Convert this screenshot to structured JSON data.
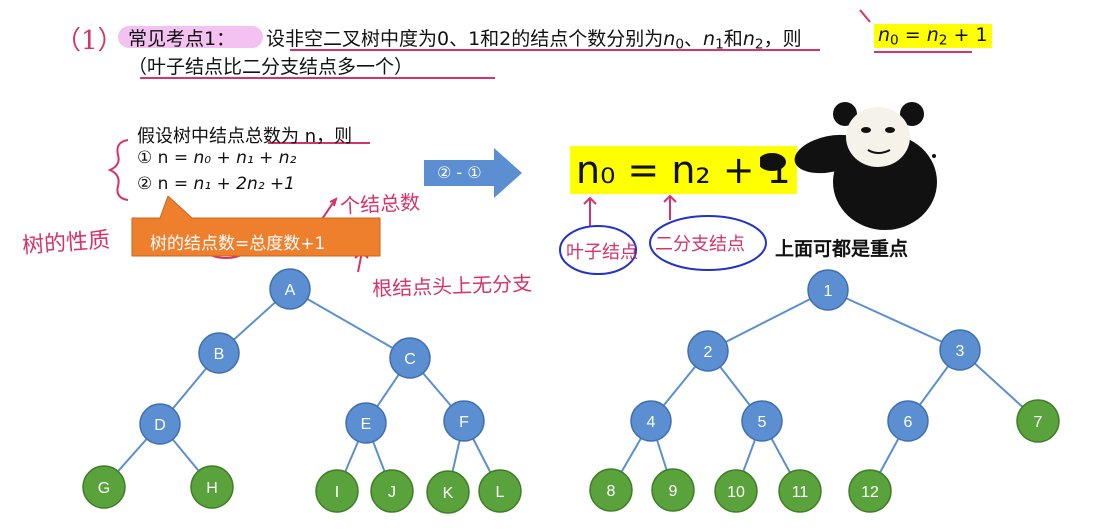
{
  "theorem": {
    "number": "（1）",
    "topic": "常见考点1：",
    "statement": "设非空二叉树中度为0、1和2的结点个数分别为",
    "n0": "n",
    "sub0": "0",
    "sep1": "、",
    "n1": "n",
    "sub1": "1",
    "and": "和",
    "n2": "n",
    "sub2": "2",
    "comma_then": "，则",
    "formula_main": "n",
    "formula_sub0": "0",
    "formula_eq": " = n",
    "formula_sub2": "2",
    "formula_tail": " + 1",
    "paren_note": "（叶子结点比二分支结点多一个）"
  },
  "derivation": {
    "assume": "假设树中结点总数为 n，则",
    "eq1_prefix": "① n = ",
    "eq1": "n₀ + n₁ + n₂",
    "eq2_prefix": "② n = ",
    "eq2": "n₁ + 2n₂ +1",
    "callout": "树的结点数=总度数+1",
    "arrow_label": "② - ①",
    "result": "n₀ = n₂ + 1"
  },
  "handwriting": {
    "left_note": "树的性质",
    "top_note": "个结总数",
    "bottom_note": "根结点头上无分支",
    "leaf_note": "叶子结点",
    "two_branch_note": "二分支结点"
  },
  "meme": {
    "caption": "上面可都是重点"
  },
  "tree_left": {
    "nodes": [
      "A",
      "B",
      "C",
      "D",
      "E",
      "F",
      "G",
      "H",
      "I",
      "J",
      "K",
      "L"
    ],
    "edges": [
      [
        "A",
        "B"
      ],
      [
        "A",
        "C"
      ],
      [
        "B",
        "D"
      ],
      [
        "D",
        "G"
      ],
      [
        "D",
        "H"
      ],
      [
        "C",
        "E"
      ],
      [
        "C",
        "F"
      ],
      [
        "E",
        "I"
      ],
      [
        "E",
        "J"
      ],
      [
        "F",
        "K"
      ],
      [
        "F",
        "L"
      ]
    ],
    "leaves": [
      "G",
      "H",
      "I",
      "J",
      "K",
      "L"
    ]
  },
  "tree_right": {
    "nodes": [
      "1",
      "2",
      "3",
      "4",
      "5",
      "6",
      "7",
      "8",
      "9",
      "10",
      "11",
      "12"
    ],
    "edges": [
      [
        "1",
        "2"
      ],
      [
        "1",
        "3"
      ],
      [
        "2",
        "4"
      ],
      [
        "2",
        "5"
      ],
      [
        "3",
        "6"
      ],
      [
        "3",
        "7"
      ],
      [
        "4",
        "8"
      ],
      [
        "4",
        "9"
      ],
      [
        "5",
        "10"
      ],
      [
        "5",
        "11"
      ],
      [
        "6",
        "12"
      ]
    ],
    "leaves": [
      "7",
      "8",
      "9",
      "10",
      "11",
      "12"
    ]
  },
  "colors": {
    "internal_node": "#5b8fd1",
    "leaf_node": "#5aa33c",
    "edge": "#5b8fd1",
    "callout_bg": "#ee7f2d",
    "arrow_bg": "#5b8fd1",
    "highlight_yellow": "#ffff00",
    "handwriting_pink": "#d6336c",
    "handwriting_blue": "#2233cc"
  }
}
